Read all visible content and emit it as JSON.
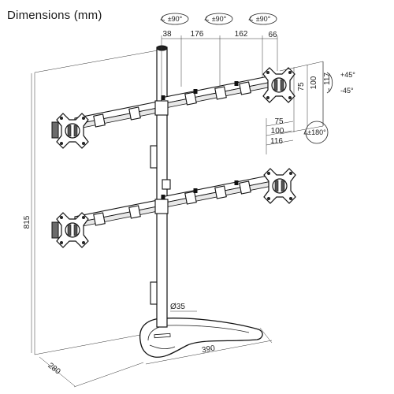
{
  "title": "Dimensions (mm)",
  "rotations": {
    "arm_1": "±90°",
    "arm_2": "±90°",
    "arm_3": "±90°",
    "swivel": "±180°",
    "tilt_up": "+45°",
    "tilt_down": "-45°"
  },
  "dimensions": {
    "pole_offset": "38",
    "arm_length_1": "176",
    "arm_length_2": "162",
    "head_offset": "66",
    "vesa_h_75": "75",
    "vesa_h_100": "100",
    "plate_h": "117",
    "vesa_w_75": "75",
    "vesa_w_100": "100",
    "plate_w": "116",
    "total_height": "815",
    "pole_diameter": "Ø35",
    "base_width": "390",
    "base_depth": "280"
  }
}
